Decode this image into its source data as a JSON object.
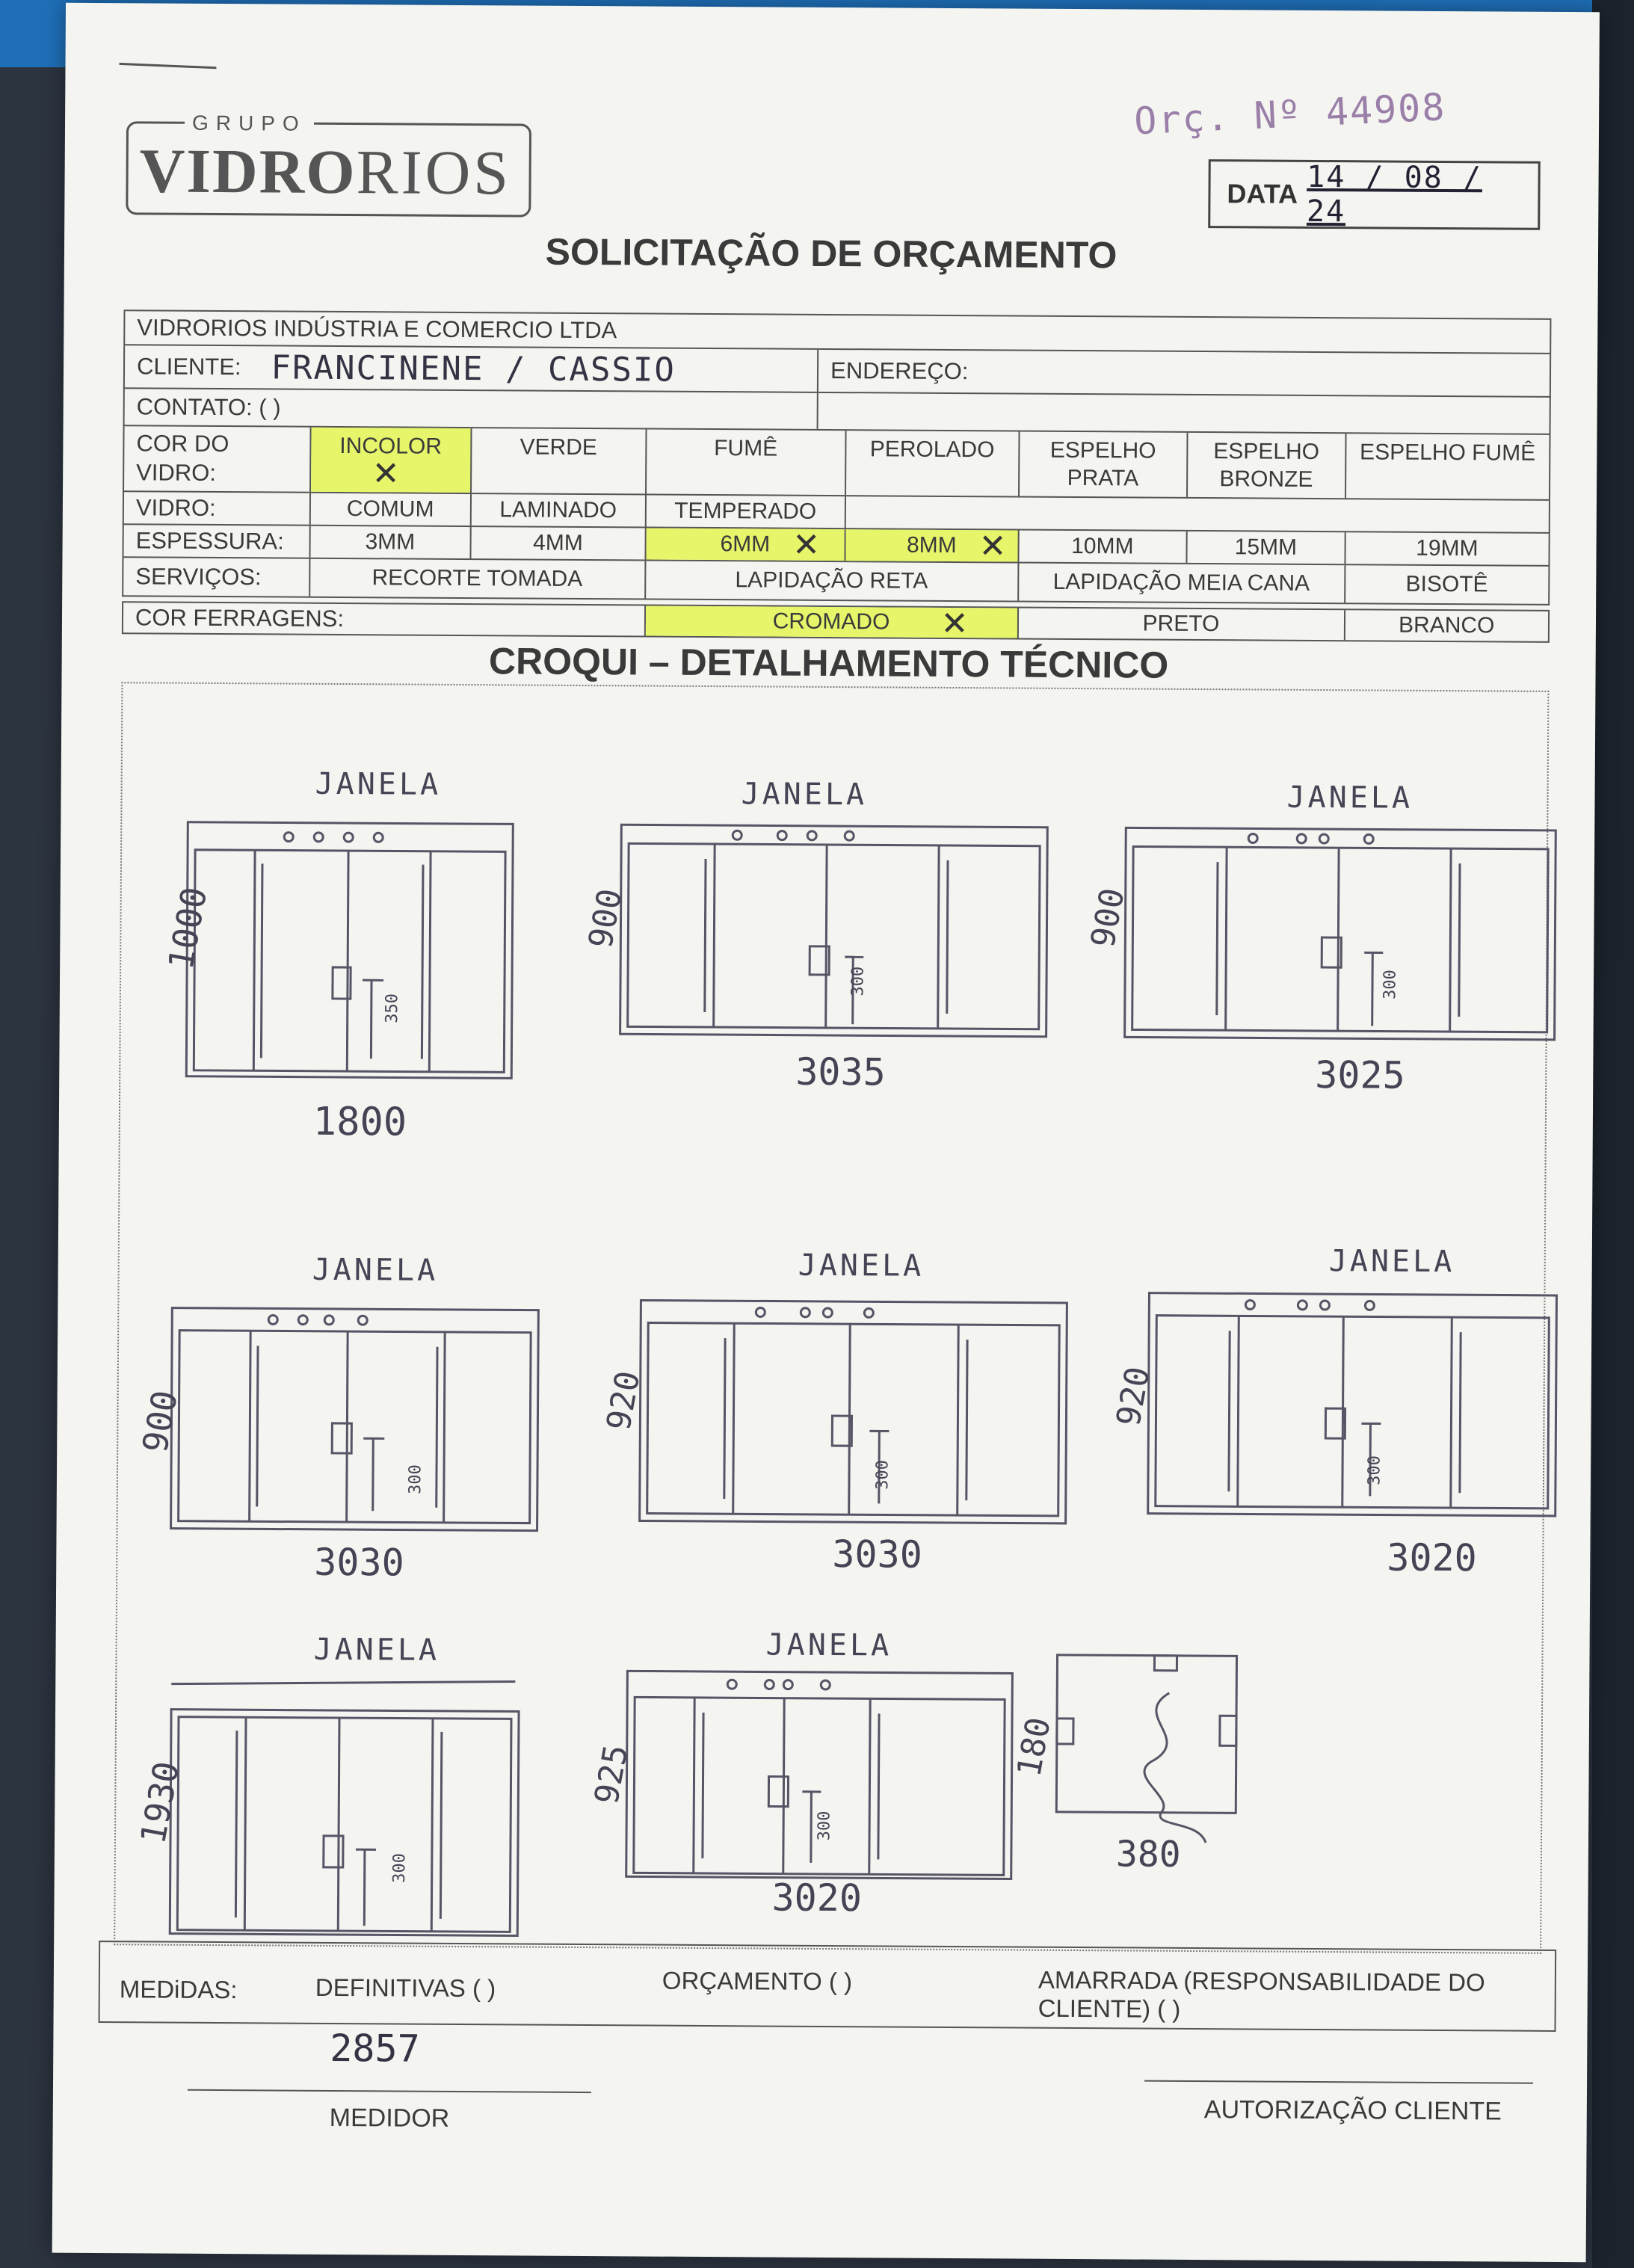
{
  "logo": {
    "grupo": "GRUPO",
    "brand_bold": "VIDRO",
    "brand_light": "RIOS"
  },
  "budget_number": "Orç. Nº 44908",
  "date": {
    "label": "DATA",
    "value": "14 / 08 / 24"
  },
  "title": "SOLICITAÇÃO DE ORÇAMENTO",
  "company": "VIDRORIOS INDÚSTRIA E COMERCIO LTDA",
  "cliente": {
    "label": "CLIENTE:",
    "value": "FRANCINENE / CASSIO"
  },
  "endereco": {
    "label": "ENDEREÇO:"
  },
  "contato": {
    "label": "CONTATO: (     )"
  },
  "cor_vidro": {
    "label": "COR DO VIDRO:",
    "options": [
      "INCOLOR",
      "VERDE",
      "FUMÊ",
      "PEROLADO",
      "ESPELHO PRATA",
      "ESPELHO BRONZE",
      "ESPELHO FUMÊ"
    ],
    "selected": "INCOLOR"
  },
  "vidro": {
    "label": "VIDRO:",
    "options": [
      "COMUM",
      "LAMINADO",
      "TEMPERADO"
    ]
  },
  "espessura": {
    "label": "ESPESSURA:",
    "options": [
      "3MM",
      "4MM",
      "6MM",
      "8MM",
      "10MM",
      "15MM",
      "19MM"
    ],
    "selected": [
      "6MM",
      "8MM"
    ]
  },
  "servicos": {
    "label": "SERVIÇOS:",
    "options": [
      "RECORTE TOMADA",
      "LAPIDAÇÃO RETA",
      "LAPIDAÇÃO MEIA CANA",
      "BISOTÊ"
    ]
  },
  "cor_ferragens": {
    "label": "COR FERRAGENS:",
    "options": [
      "CROMADO",
      "PRETO",
      "BRANCO"
    ],
    "selected": "CROMADO"
  },
  "mark_symbol": "✕",
  "croqui_title": "CROQUI – DETALHAMENTO TÉCNICO",
  "sketches": [
    {
      "label": "JANELA",
      "height": "1000",
      "width": "1800",
      "handle": "350"
    },
    {
      "label": "JANELA",
      "height": "900",
      "width": "3035",
      "handle": "300"
    },
    {
      "label": "JANELA",
      "height": "900",
      "width": "3025",
      "handle": "300"
    },
    {
      "label": "JANELA",
      "height": "900",
      "width": "3030",
      "handle": "300"
    },
    {
      "label": "JANELA",
      "height": "920",
      "width": "3030",
      "handle": "300"
    },
    {
      "label": "JANELA",
      "height": "920",
      "width": "3020",
      "handle": "300"
    },
    {
      "label": "JANELA",
      "height": "1930",
      "width": "",
      "handle": "300"
    },
    {
      "label": "JANELA",
      "height": "925",
      "width": "3020",
      "handle": "300"
    },
    {
      "label": "",
      "height": "180",
      "width": "380",
      "handle": ""
    }
  ],
  "medidas": {
    "label": "MEDiDAS:",
    "definitivas": "DEFINITIVAS (   )",
    "orcamento": "ORÇAMENTO (   )",
    "amarrada": "AMARRADA (RESPONSABILIDADE DO CLIENTE) (   )",
    "handwritten": "2857"
  },
  "signatures": {
    "medidor": "MEDIDOR",
    "autorizacao": "AUTORIZAÇÃO CLIENTE"
  }
}
